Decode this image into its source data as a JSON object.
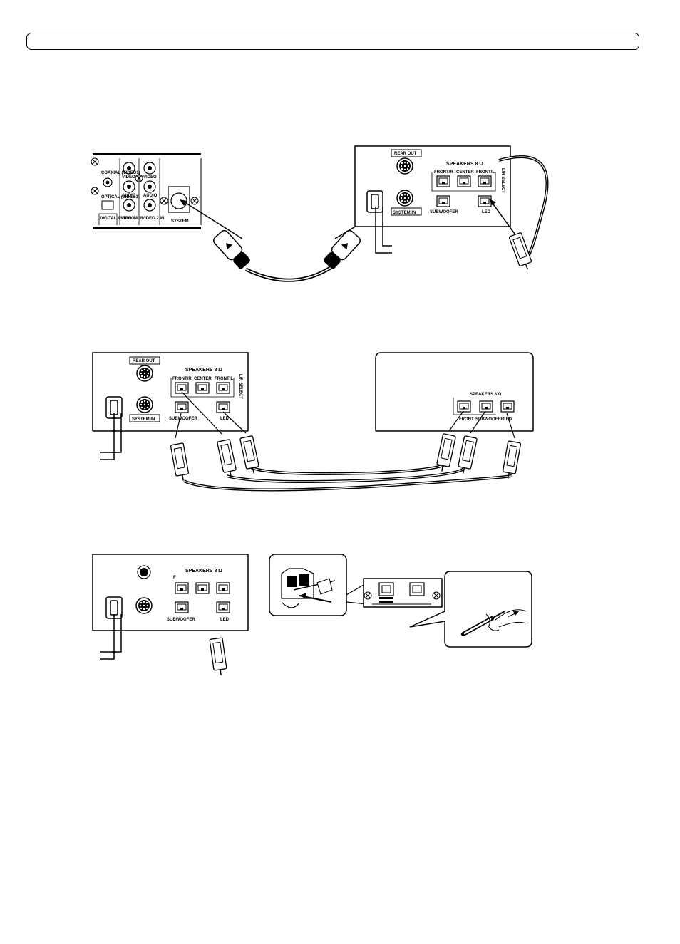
{
  "header": {
    "title": ""
  },
  "figure1": {
    "dvd_panel": {
      "coaxial": "COAXIAL (VIDEO1)",
      "optical": "OPTICAL (VIDEO1)",
      "digital_audio_in": "DIGITAL AUDIO IN",
      "video": "VIDEO",
      "audio": "AUDIO",
      "video1_in": "VIDEO 1 IN",
      "video2_in": "VIDEO 2 IN",
      "system": "SYSTEM"
    },
    "sub_panel": {
      "rear_out": "REAR OUT",
      "speakers": "SPEAKERS 8 Ω",
      "front_r": "FRONT/R",
      "center": "CENTER",
      "front_l": "FRONT/L",
      "lr_select": "L/R SELECT",
      "system_in": "SYSTEM IN",
      "subwoofer": "SUBWOOFER",
      "led": "LED"
    }
  },
  "figure2": {
    "sub_panel": {
      "rear_out": "REAR OUT",
      "speakers": "SPEAKERS 8 Ω",
      "front_r": "FRONT/R",
      "center": "CENTER",
      "front_l": "FRONT/L",
      "lr_select": "L/R SELECT",
      "system_in": "SYSTEM IN",
      "subwoofer": "SUBWOOFER",
      "led": "LED"
    },
    "speaker_panel": {
      "speakers": "SPEAKERS 8 Ω",
      "front": "FRONT",
      "subwoofer": "SUBWOOFER",
      "led": "LED"
    }
  },
  "figure3": {
    "sub_panel": {
      "speakers": "SPEAKERS 8 Ω",
      "f": "F",
      "subwoofer": "SUBWOOFER",
      "led": "LED"
    }
  }
}
